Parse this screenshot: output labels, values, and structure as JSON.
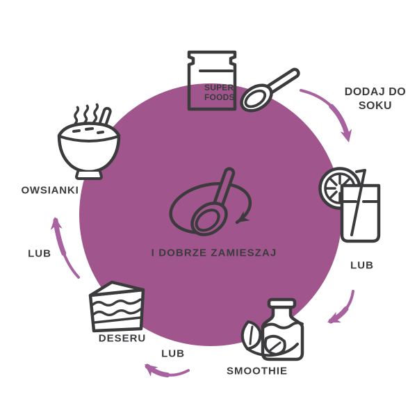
{
  "colors": {
    "background": "#ffffff",
    "circle_fill": "#a0568c",
    "arrow": "#a7639f",
    "ink": "#3b3a3c"
  },
  "center": {
    "icon": "stirring-spoon-swirl-icon",
    "label": "I DOBRZE ZAMIESZAJ"
  },
  "items": [
    {
      "name": "superfoods-jar",
      "icon": "superfoods-jar-icon",
      "label": "SUPER FOODS"
    },
    {
      "name": "spoonful",
      "icon": "spoon-icon",
      "label": ""
    },
    {
      "name": "add-to-juice",
      "icon": "juice-glass-icon",
      "label": "DODAJ DO SOKU"
    },
    {
      "name": "or-after-juice",
      "icon": "",
      "label": "LUB"
    },
    {
      "name": "smoothie",
      "icon": "smoothie-bottle-icon",
      "label": "SMOOTHIE"
    },
    {
      "name": "or-after-smoothie",
      "icon": "",
      "label": "LUB"
    },
    {
      "name": "dessert",
      "icon": "cake-slice-icon",
      "label": "DESERU"
    },
    {
      "name": "or-after-dessert",
      "icon": "",
      "label": "LUB"
    },
    {
      "name": "oatmeal",
      "icon": "porridge-bowl-icon",
      "label": "OWSIANKI"
    }
  ],
  "arrows": [
    "arrow-spoon-to-juice",
    "arrow-juice-to-smoothie",
    "arrow-smoothie-to-dessert",
    "arrow-dessert-to-oatmeal"
  ]
}
